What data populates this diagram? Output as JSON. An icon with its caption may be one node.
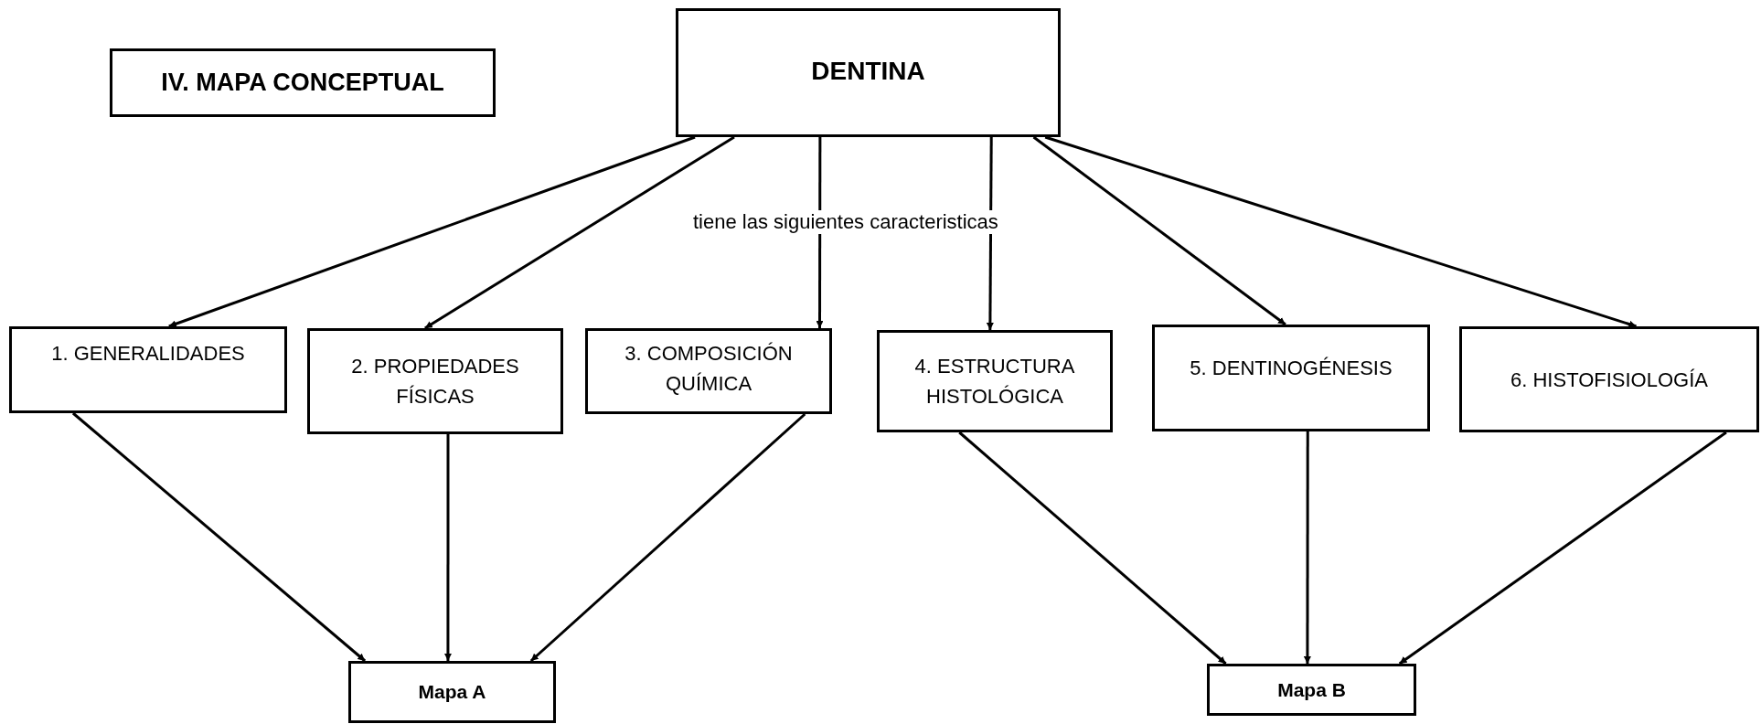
{
  "diagram": {
    "nodes": [
      {
        "text": [
          "IV. MAPA CONCEPTUAL"
        ]
      },
      {
        "text": [
          "DENTINA"
        ]
      },
      {
        "text": [
          "1. GENERALIDADES"
        ]
      },
      {
        "text": [
          "2. PROPIEDADES FÍSICAS"
        ]
      },
      {
        "text": [
          "3. COMPOSICIÓN QUÍMICA"
        ]
      },
      {
        "text": [
          "4. ESTRUCTURA HISTOLÓGICA"
        ]
      },
      {
        "text": [
          "5. DENTINOGÉNESIS"
        ]
      },
      {
        "text": [
          "6. HISTOFISIOLOGÍA"
        ]
      },
      {
        "text": [
          "Mapa A"
        ]
      },
      {
        "text": [
          "Mapa B"
        ]
      }
    ],
    "edges": [
      {
        "from": 1,
        "to": 2,
        "arrow": "to"
      },
      {
        "from": 1,
        "to": 3,
        "arrow": "to"
      },
      {
        "from": 1,
        "to": 4,
        "arrow": "to"
      },
      {
        "from": 1,
        "to": 5,
        "arrow": "to"
      },
      {
        "from": 1,
        "to": 6,
        "arrow": "to"
      },
      {
        "from": 1,
        "to": 7,
        "arrow": "to"
      },
      {
        "from": 2,
        "to": 8,
        "arrow": "to"
      },
      {
        "from": 3,
        "to": 8,
        "arrow": "to"
      },
      {
        "from": 4,
        "to": 8,
        "arrow": "to"
      },
      {
        "from": 5,
        "to": 9,
        "arrow": "to"
      },
      {
        "from": 6,
        "to": 9,
        "arrow": "to"
      },
      {
        "from": 7,
        "to": 9,
        "arrow": "to"
      }
    ],
    "labels": [
      "tiene las siguientes caracteristicas"
    ]
  }
}
